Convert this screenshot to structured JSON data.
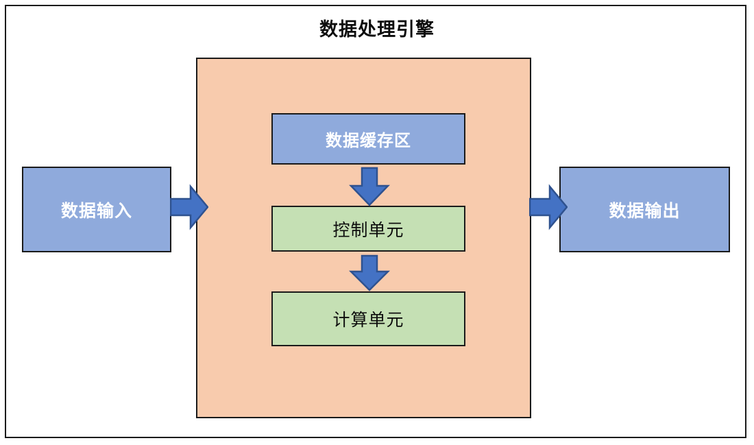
{
  "diagram": {
    "title": "数据处理引擎",
    "type": "block-flow-diagram",
    "colors": {
      "container_fill": "#F8CBAD",
      "blue_node_fill": "#8FAADC",
      "green_node_fill": "#C5E0B4",
      "arrow_fill": "#4472C4",
      "arrow_stroke": "#2F528F",
      "border": "#1A1A1A",
      "background": "#FFFFFF",
      "blue_node_text": "#FFFFFF",
      "green_node_text": "#0D0D0D"
    },
    "nodes": {
      "input": {
        "label": "数据输入",
        "style": "blue"
      },
      "output": {
        "label": "数据输出",
        "style": "blue"
      },
      "buffer": {
        "label": "数据缓存区",
        "style": "blue"
      },
      "control": {
        "label": "控制单元",
        "style": "green"
      },
      "compute": {
        "label": "计算单元",
        "style": "green"
      }
    },
    "arrows": [
      {
        "name": "input-to-engine",
        "direction": "right"
      },
      {
        "name": "buffer-to-control",
        "direction": "down"
      },
      {
        "name": "control-to-compute",
        "direction": "down"
      },
      {
        "name": "engine-to-output",
        "direction": "right"
      }
    ]
  }
}
